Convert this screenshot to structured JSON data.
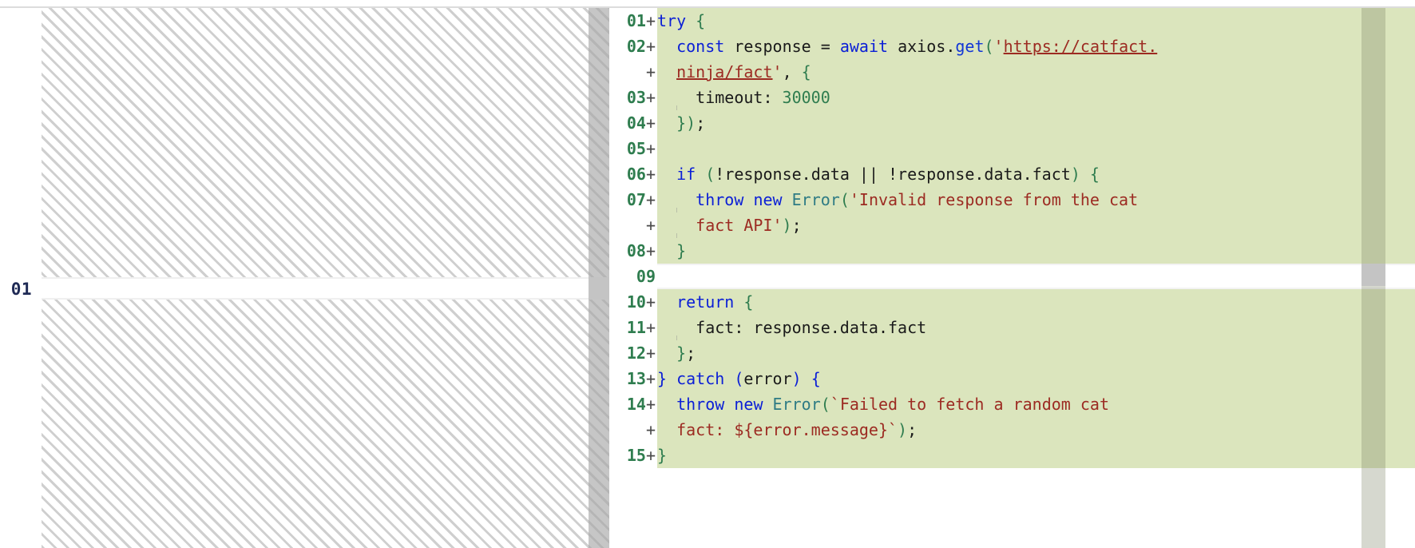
{
  "view": {
    "type": "side-by-side-diff",
    "colors": {
      "added_background": "#dbe5bd",
      "context_background": "#ffffff",
      "gutter_text": "#41708a",
      "left_line_number": "#1f2a55",
      "hatch_stripe": "#cfcfcf",
      "scroll_strip": "#b5b5b5",
      "keyword": "#0b1fd6",
      "string": "#9c2b22",
      "type": "#2e7b84",
      "number": "#2f7d4f",
      "punctuation_green": "#2f7d4f",
      "plain_text": "#1a1a1a"
    }
  },
  "left_pane": {
    "line_numbers": [
      "01"
    ],
    "context_row_index": 0
  },
  "right_pane": {
    "rows": [
      {
        "num": "01",
        "marker": "+",
        "kind": "add",
        "indent_guides": 0
      },
      {
        "num": "02",
        "marker": "+",
        "kind": "add",
        "indent_guides": 0
      },
      {
        "num": "",
        "marker": "+",
        "kind": "add",
        "indent_guides": 0
      },
      {
        "num": "03",
        "marker": "+",
        "kind": "add",
        "indent_guides": 1
      },
      {
        "num": "04",
        "marker": "+",
        "kind": "add",
        "indent_guides": 0
      },
      {
        "num": "05",
        "marker": "+",
        "kind": "add",
        "indent_guides": 0
      },
      {
        "num": "06",
        "marker": "+",
        "kind": "add",
        "indent_guides": 0
      },
      {
        "num": "07",
        "marker": "+",
        "kind": "add",
        "indent_guides": 1
      },
      {
        "num": "",
        "marker": "+",
        "kind": "add",
        "indent_guides": 1
      },
      {
        "num": "08",
        "marker": "+",
        "kind": "add",
        "indent_guides": 0
      },
      {
        "num": "09",
        "marker": "",
        "kind": "context",
        "indent_guides": 0
      },
      {
        "num": "10",
        "marker": "+",
        "kind": "add",
        "indent_guides": 0
      },
      {
        "num": "11",
        "marker": "+",
        "kind": "add",
        "indent_guides": 1
      },
      {
        "num": "12",
        "marker": "+",
        "kind": "add",
        "indent_guides": 0
      },
      {
        "num": "13",
        "marker": "+",
        "kind": "add",
        "indent_guides": 0
      },
      {
        "num": "14",
        "marker": "+",
        "kind": "add",
        "indent_guides": 0
      },
      {
        "num": "",
        "marker": "+",
        "kind": "add",
        "indent_guides": 0
      },
      {
        "num": "15",
        "marker": "+",
        "kind": "add",
        "indent_guides": 0
      }
    ],
    "lines_plain": [
      "try {",
      "  const response = await axios.get('https://catfact.",
      "  ninja/fact', {",
      "    timeout: 30000",
      "  });",
      "",
      "  if (!response.data || !response.data.fact) {",
      "    throw new Error('Invalid response from the cat",
      "    fact API');",
      "  }",
      "",
      "  return {",
      "    fact: response.data.fact",
      "  };",
      "} catch (error) {",
      "  throw new Error(`Failed to fetch a random cat",
      "  fact: ${error.message}`);",
      "}"
    ]
  }
}
